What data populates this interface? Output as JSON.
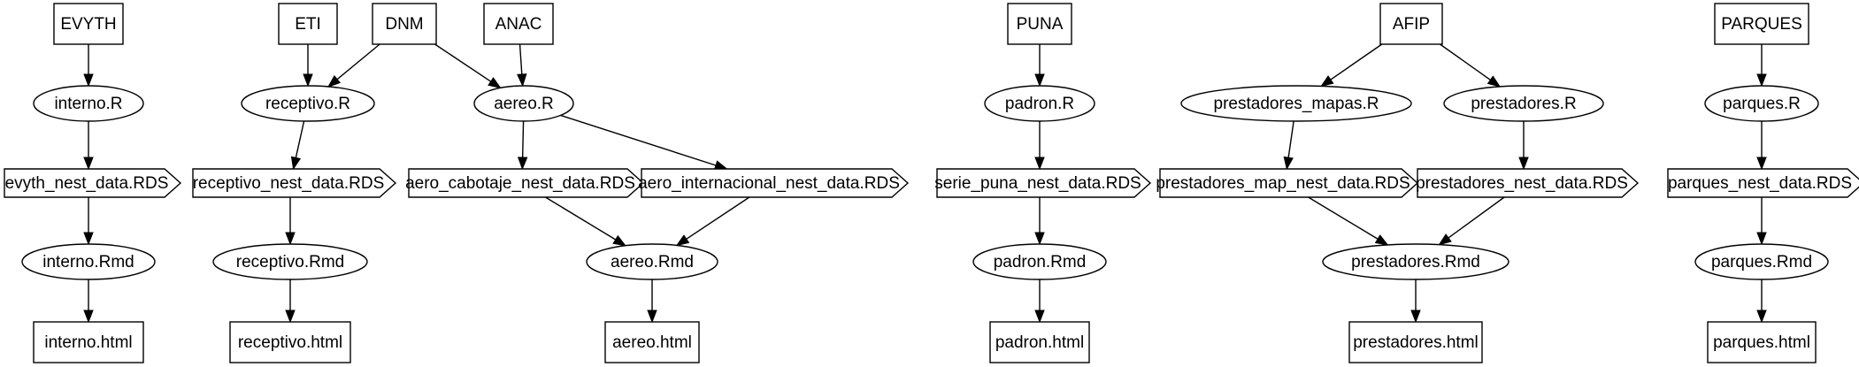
{
  "graph": {
    "nodes": [
      {
        "id": "evyth",
        "label": "EVYTH",
        "shape": "box"
      },
      {
        "id": "eti",
        "label": "ETI",
        "shape": "box"
      },
      {
        "id": "dnm",
        "label": "DNM",
        "shape": "box"
      },
      {
        "id": "anac",
        "label": "ANAC",
        "shape": "box"
      },
      {
        "id": "puna",
        "label": "PUNA",
        "shape": "box"
      },
      {
        "id": "afip",
        "label": "AFIP",
        "shape": "box"
      },
      {
        "id": "parques",
        "label": "PARQUES",
        "shape": "box"
      },
      {
        "id": "interno_r",
        "label": "interno.R",
        "shape": "ellipse"
      },
      {
        "id": "receptivo_r",
        "label": "receptivo.R",
        "shape": "ellipse"
      },
      {
        "id": "aereo_r",
        "label": "aereo.R",
        "shape": "ellipse"
      },
      {
        "id": "padron_r",
        "label": "padron.R",
        "shape": "ellipse"
      },
      {
        "id": "prestadores_mapas_r",
        "label": "prestadores_mapas.R",
        "shape": "ellipse"
      },
      {
        "id": "prestadores_r",
        "label": "prestadores.R",
        "shape": "ellipse"
      },
      {
        "id": "parques_r",
        "label": "parques.R",
        "shape": "ellipse"
      },
      {
        "id": "evyth_rds",
        "label": "evyth_nest_data.RDS",
        "shape": "tag"
      },
      {
        "id": "receptivo_rds",
        "label": "receptivo_nest_data.RDS",
        "shape": "tag"
      },
      {
        "id": "aero_cab_rds",
        "label": "aero_cabotaje_nest_data.RDS",
        "shape": "tag"
      },
      {
        "id": "aero_int_rds",
        "label": "aero_internacional_nest_data.RDS",
        "shape": "tag"
      },
      {
        "id": "puna_rds",
        "label": "serie_puna_nest_data.RDS",
        "shape": "tag"
      },
      {
        "id": "prest_map_rds",
        "label": "prestadores_map_nest_data.RDS",
        "shape": "tag"
      },
      {
        "id": "prest_rds",
        "label": "prestadores_nest_data.RDS",
        "shape": "tag"
      },
      {
        "id": "parques_rds",
        "label": "parques_nest_data.RDS",
        "shape": "tag"
      },
      {
        "id": "interno_rmd",
        "label": "interno.Rmd",
        "shape": "ellipse"
      },
      {
        "id": "receptivo_rmd",
        "label": "receptivo.Rmd",
        "shape": "ellipse"
      },
      {
        "id": "aereo_rmd",
        "label": "aereo.Rmd",
        "shape": "ellipse"
      },
      {
        "id": "padron_rmd",
        "label": "padron.Rmd",
        "shape": "ellipse"
      },
      {
        "id": "prestadores_rmd",
        "label": "prestadores.Rmd",
        "shape": "ellipse"
      },
      {
        "id": "parques_rmd",
        "label": "parques.Rmd",
        "shape": "ellipse"
      },
      {
        "id": "interno_html",
        "label": "interno.html",
        "shape": "box"
      },
      {
        "id": "receptivo_html",
        "label": "receptivo.html",
        "shape": "box"
      },
      {
        "id": "aereo_html",
        "label": "aereo.html",
        "shape": "box"
      },
      {
        "id": "padron_html",
        "label": "padron.html",
        "shape": "box"
      },
      {
        "id": "prestadores_html",
        "label": "prestadores.html",
        "shape": "box"
      },
      {
        "id": "parques_html",
        "label": "parques.html",
        "shape": "box"
      }
    ],
    "edges": [
      {
        "from": "evyth",
        "to": "interno_r"
      },
      {
        "from": "interno_r",
        "to": "evyth_rds"
      },
      {
        "from": "evyth_rds",
        "to": "interno_rmd"
      },
      {
        "from": "interno_rmd",
        "to": "interno_html"
      },
      {
        "from": "eti",
        "to": "receptivo_r"
      },
      {
        "from": "dnm",
        "to": "receptivo_r"
      },
      {
        "from": "receptivo_r",
        "to": "receptivo_rds"
      },
      {
        "from": "receptivo_rds",
        "to": "receptivo_rmd"
      },
      {
        "from": "receptivo_rmd",
        "to": "receptivo_html"
      },
      {
        "from": "dnm",
        "to": "aereo_r"
      },
      {
        "from": "anac",
        "to": "aereo_r"
      },
      {
        "from": "aereo_r",
        "to": "aero_cab_rds"
      },
      {
        "from": "aereo_r",
        "to": "aero_int_rds"
      },
      {
        "from": "aero_cab_rds",
        "to": "aereo_rmd"
      },
      {
        "from": "aero_int_rds",
        "to": "aereo_rmd"
      },
      {
        "from": "aereo_rmd",
        "to": "aereo_html"
      },
      {
        "from": "puna",
        "to": "padron_r"
      },
      {
        "from": "padron_r",
        "to": "puna_rds"
      },
      {
        "from": "puna_rds",
        "to": "padron_rmd"
      },
      {
        "from": "padron_rmd",
        "to": "padron_html"
      },
      {
        "from": "afip",
        "to": "prestadores_mapas_r"
      },
      {
        "from": "afip",
        "to": "prestadores_r"
      },
      {
        "from": "prestadores_mapas_r",
        "to": "prest_map_rds"
      },
      {
        "from": "prestadores_r",
        "to": "prest_rds"
      },
      {
        "from": "prest_map_rds",
        "to": "prestadores_rmd"
      },
      {
        "from": "prest_rds",
        "to": "prestadores_rmd"
      },
      {
        "from": "prestadores_rmd",
        "to": "prestadores_html"
      },
      {
        "from": "parques",
        "to": "parques_r"
      },
      {
        "from": "parques_r",
        "to": "parques_rds"
      },
      {
        "from": "parques_rds",
        "to": "parques_rmd"
      },
      {
        "from": "parques_rmd",
        "to": "parques_html"
      }
    ]
  }
}
